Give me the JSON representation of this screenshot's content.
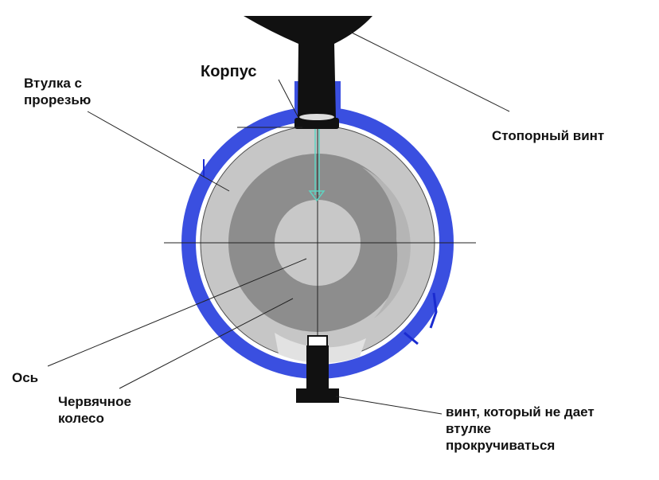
{
  "labels": {
    "korpus": "Корпус",
    "vtulka": "Втулка с\nпрорезью",
    "stopor": "Стопорный винт",
    "os": "Ось",
    "cherv": "Червячное\nколесо",
    "vint": "винт, который не дает\nвтулке\nпрокручиваться"
  },
  "colors": {
    "housing": "#3a4fe0",
    "sleeve": "#c6c6c6",
    "wheel": "#8d8d8d",
    "axle": "#c8c8c8",
    "screw": "#111111",
    "arrow": "#5fd3c2"
  }
}
